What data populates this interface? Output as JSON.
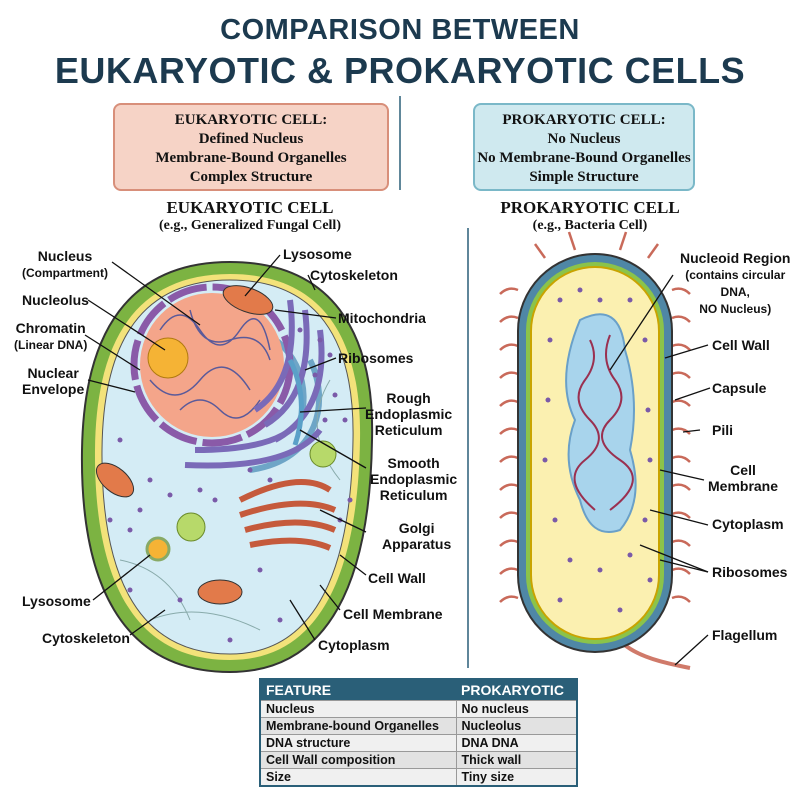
{
  "title": {
    "line1": "COMPARISON BETWEEN",
    "line2": "EUKARYOTIC & PROKARYOTIC CELLS"
  },
  "eukaryotic": {
    "box": [
      "EUKARYOTIC CELL:",
      "Defined Nucleus",
      "Membrane-Bound Organelles",
      "Complex Structure"
    ],
    "heading": "EUKARYOTIC CELL",
    "example": "(e.g., Generalized Fungal Cell)",
    "labels": {
      "nucleus": "Nucleus",
      "nucleus_sub": "(Compartment)",
      "nucleolus": "Nucleolus",
      "chromatin": "Chromatin",
      "chromatin_sub": "(Linear DNA)",
      "nuclear1": "Nuclear",
      "nuclear2": "Envelope",
      "lysosome_top": "Lysosome",
      "cytoskeleton_top": "Cytoskeleton",
      "mitochondria": "Mitochondria",
      "ribosomes": "Ribosomes",
      "rer1": "Rough",
      "rer2": "Endoplasmic",
      "rer3": "Reticulum",
      "ser1": "Smooth",
      "ser2": "Endoplasmic",
      "ser3": "Reticulum",
      "golgi1": "Golgi",
      "golgi2": "Apparatus",
      "cell_wall": "Cell Wall",
      "cell_membrane": "Cell Membrane",
      "cytoplasm": "Cytoplasm",
      "lysosome_bottom": "Lysosome",
      "cytoskeleton_bottom": "Cytoskeleton"
    }
  },
  "prokaryotic": {
    "box": [
      "PROKARYOTIC CELL:",
      "No Nucleus",
      "No Membrane-Bound Organelles",
      "Simple Structure"
    ],
    "heading": "PROKARYOTIC CELL",
    "example": "(e.g., Bacteria Cell)",
    "labels": {
      "nucleoid": "Nucleoid Region",
      "nucleoid2": "(contains circular",
      "nucleoid3": "DNA,",
      "nucleoid4": "NO Nucleus)",
      "cell_wall": "Cell Wall",
      "capsule": "Capsule",
      "pili": "Pili",
      "membrane1": "Cell",
      "membrane2": "Membrane",
      "cytoplasm": "Cytoplasm",
      "ribosomes": "Ribosomes",
      "flagellum": "Flagellum"
    }
  },
  "table": {
    "headers": [
      "FEATURE",
      "PROKARYOTIC"
    ],
    "rows": [
      [
        "Nucleus",
        "No nucleus"
      ],
      [
        "Membrane-bound Organelles",
        "Nucleolus"
      ],
      [
        "DNA structure",
        "DNA DNA"
      ],
      [
        "Cell Wall composition",
        "Thick wall"
      ],
      [
        "Size",
        "Tiny size"
      ]
    ]
  },
  "colors": {
    "title": "#1c3a4f",
    "euk_box": "#f6d3c6",
    "pro_box": "#cfe9ef",
    "cell_wall": "#7cb342",
    "cytoplasm": "#d4ecf5",
    "nucleus": "#f4a58a",
    "capsule": "#4f87a6",
    "pro_cytoplasm": "#fbf0b0",
    "table_header": "#2a5f78"
  }
}
